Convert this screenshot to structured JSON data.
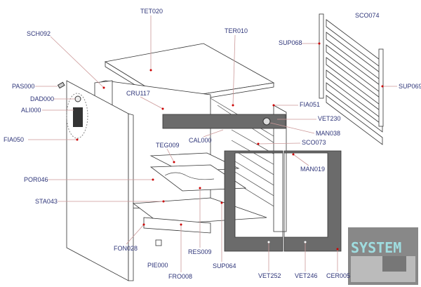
{
  "diagram": {
    "parts": {
      "TET020": "TET020",
      "SCH092": "SCH092",
      "TER010": "TER010",
      "SCO074": "SCO074",
      "SUP068": "SUP068",
      "SUP069": "SUP069",
      "PAS000": "PAS000",
      "DAD000": "DAD000",
      "ALI000": "ALI000",
      "CRU117": "CRU117",
      "FIA051": "FIA051",
      "VET230": "VET230",
      "MAN038": "MAN038",
      "FIA050": "FIA050",
      "TEG009": "TEG009",
      "CAL000": "CAL000",
      "SCO073": "SCO073",
      "MAN019": "MAN019",
      "POR046": "POR046",
      "STA043": "STA043",
      "FON028": "FON028",
      "RES009": "RES009",
      "SUP064": "SUP064",
      "VET252": "VET252",
      "VET246": "VET246",
      "CER005": "CER005",
      "PIE000": "PIE000",
      "FRO008": "FRO008"
    },
    "logo": "SYSTEM",
    "colors": {
      "label": "#2e3579",
      "leader": "#cc9999",
      "marker": "#cc0000",
      "panel": "#6b6b6b"
    }
  }
}
